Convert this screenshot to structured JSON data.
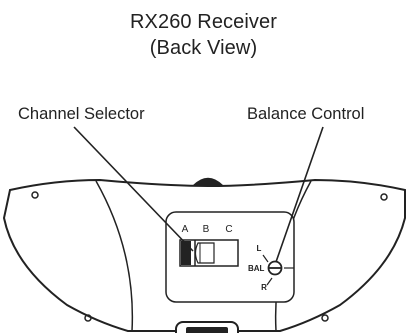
{
  "title": {
    "line1": "RX260 Receiver",
    "line2": "(Back View)"
  },
  "callouts": {
    "channel_selector": "Channel Selector",
    "balance_control": "Balance Control"
  },
  "channel_switch": {
    "labels": [
      "A",
      "B",
      "C"
    ],
    "selected": "A"
  },
  "balance_dial": {
    "label": "BAL",
    "left_mark": "L",
    "right_mark": "R"
  },
  "colors": {
    "line": "#222222",
    "fill": "#ffffff"
  }
}
